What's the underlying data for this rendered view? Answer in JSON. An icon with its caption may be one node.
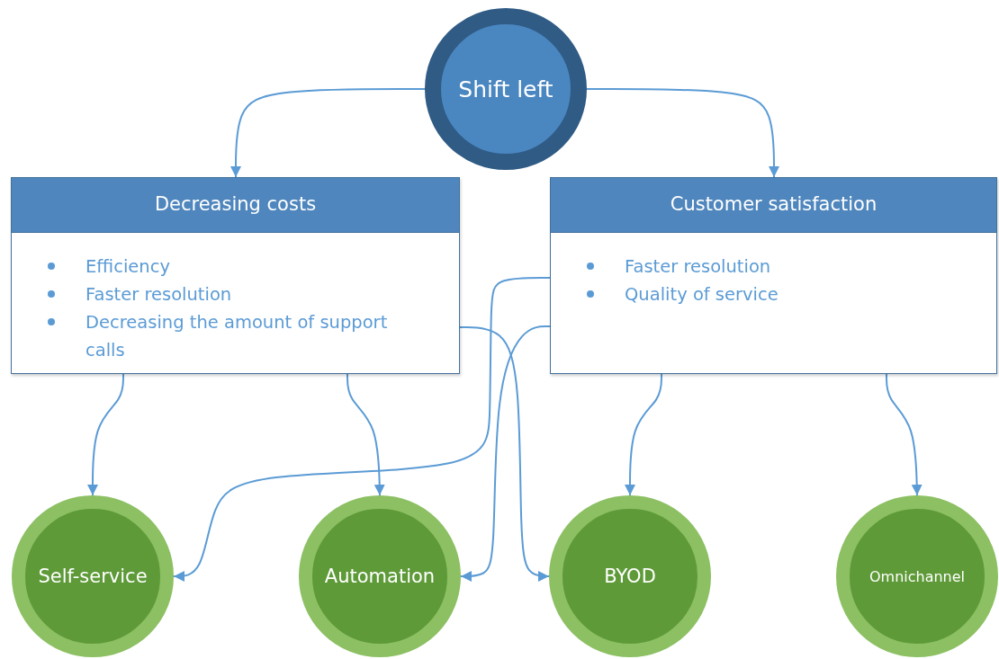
{
  "diagram": {
    "nodes": [
      {
        "text": [
          "Shift left"
        ]
      },
      {
        "text": [
          "Decreasing costs",
          "Efficiency",
          "Faster resolution",
          "Decreasing the amount of support calls"
        ]
      },
      {
        "text": [
          "Customer satisfaction",
          "Faster resolution",
          "Quality of service"
        ]
      },
      {
        "text": [
          "Self-service"
        ]
      },
      {
        "text": [
          "Automation"
        ]
      },
      {
        "text": [
          "BYOD"
        ]
      },
      {
        "text": [
          "Omnichannel"
        ]
      }
    ],
    "edges": [
      {
        "from": 0,
        "to": 1,
        "arrow": "to"
      },
      {
        "from": 0,
        "to": 2,
        "arrow": "to"
      },
      {
        "from": 1,
        "to": 3,
        "arrow": "to"
      },
      {
        "from": 1,
        "to": 4,
        "arrow": "to"
      },
      {
        "from": 1,
        "to": 5,
        "arrow": "to"
      },
      {
        "from": 2,
        "to": 3,
        "arrow": "to"
      },
      {
        "from": 2,
        "to": 4,
        "arrow": "to"
      },
      {
        "from": 2,
        "to": 5,
        "arrow": "to"
      },
      {
        "from": 2,
        "to": 6,
        "arrow": "to"
      }
    ]
  }
}
